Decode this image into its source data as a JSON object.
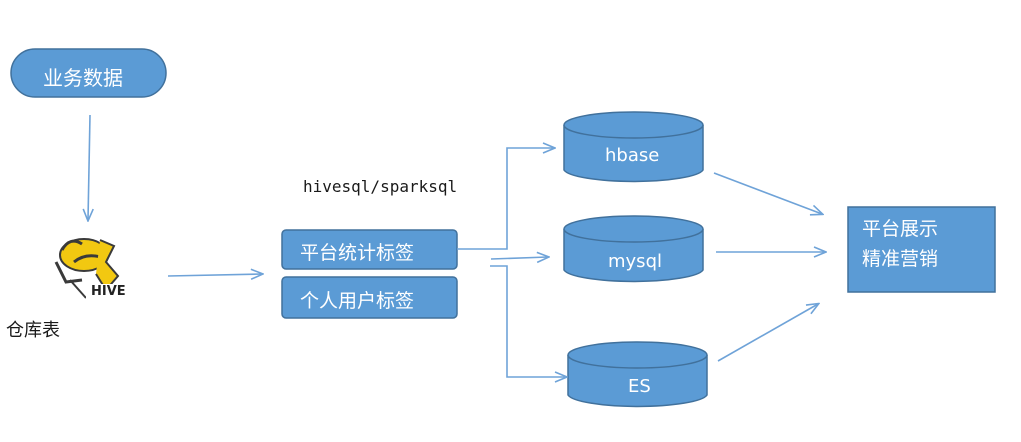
{
  "nodes": {
    "business_data": "业务数据",
    "warehouse": "仓库表",
    "hive_logo_text": "HIVE",
    "query_label": "hivesql/sparksql",
    "platform_stats_tags": "平台统计标签",
    "personal_user_tags": "个人用户标签",
    "hbase": "hbase",
    "mysql": "mysql",
    "es": "ES",
    "display_line1": "平台展示",
    "display_line2": "精准营销"
  },
  "colors": {
    "fill": "#5b9bd5",
    "stroke": "#41719c",
    "arrow": "#6fa3d8",
    "cylinder_top": "#5b9bd5",
    "hive_yellow": "#f2c811"
  }
}
